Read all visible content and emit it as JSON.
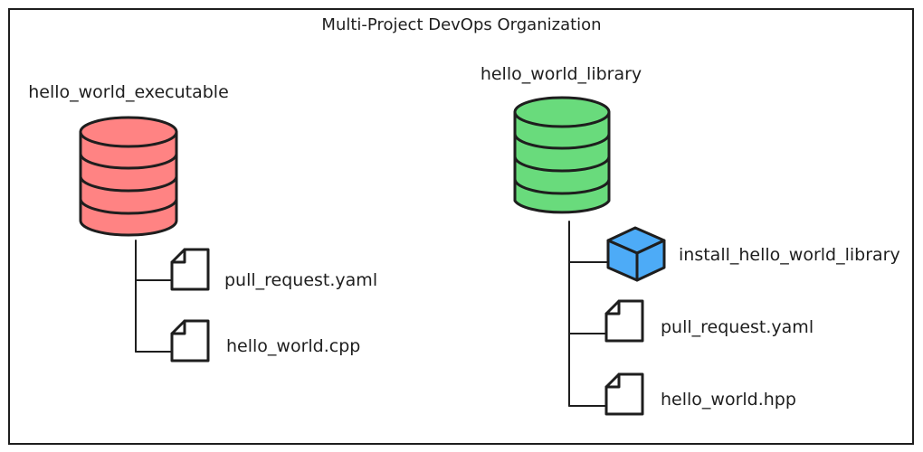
{
  "title": "Multi-Project DevOps Organization",
  "projects": [
    {
      "name": "hello_world_executable",
      "color": "#ff8383",
      "items": [
        {
          "label": "pull_request.yaml",
          "icon": "document-icon"
        },
        {
          "label": "hello_world.cpp",
          "icon": "document-icon"
        }
      ]
    },
    {
      "name": "hello_world_library",
      "color": "#69db7c",
      "items": [
        {
          "label": "install_hello_world_library",
          "icon": "cube-icon",
          "color": "#4dabf7"
        },
        {
          "label": "pull_request.yaml",
          "icon": "document-icon"
        },
        {
          "label": "hello_world.hpp",
          "icon": "document-icon"
        }
      ]
    }
  ]
}
